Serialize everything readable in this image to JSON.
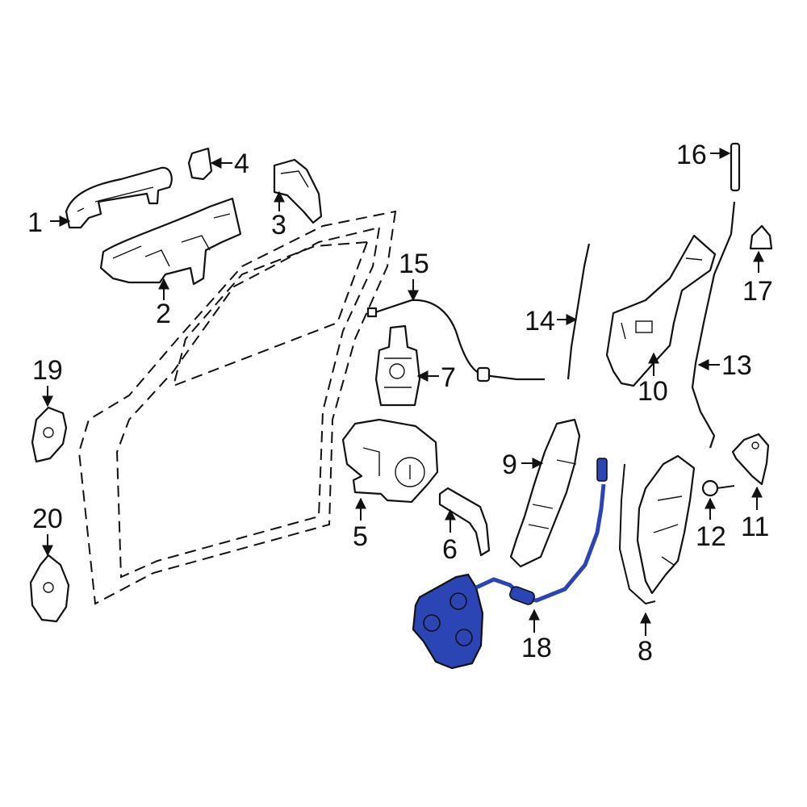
{
  "diagram": {
    "highlight_color": "#2b45b5",
    "outline_color": "#111111",
    "background": "#ffffff",
    "callouts": [
      {
        "id": "c1",
        "label": "1"
      },
      {
        "id": "c2",
        "label": "2"
      },
      {
        "id": "c3",
        "label": "3"
      },
      {
        "id": "c4",
        "label": "4"
      },
      {
        "id": "c5",
        "label": "5"
      },
      {
        "id": "c6",
        "label": "6"
      },
      {
        "id": "c7",
        "label": "7"
      },
      {
        "id": "c8",
        "label": "8"
      },
      {
        "id": "c9",
        "label": "9"
      },
      {
        "id": "c10",
        "label": "10"
      },
      {
        "id": "c11",
        "label": "11"
      },
      {
        "id": "c12",
        "label": "12"
      },
      {
        "id": "c13",
        "label": "13"
      },
      {
        "id": "c14",
        "label": "14"
      },
      {
        "id": "c15",
        "label": "15"
      },
      {
        "id": "c16",
        "label": "16"
      },
      {
        "id": "c17",
        "label": "17"
      },
      {
        "id": "c18",
        "label": "18"
      },
      {
        "id": "c19",
        "label": "19"
      },
      {
        "id": "c20",
        "label": "20"
      }
    ],
    "highlighted_part": "18"
  }
}
